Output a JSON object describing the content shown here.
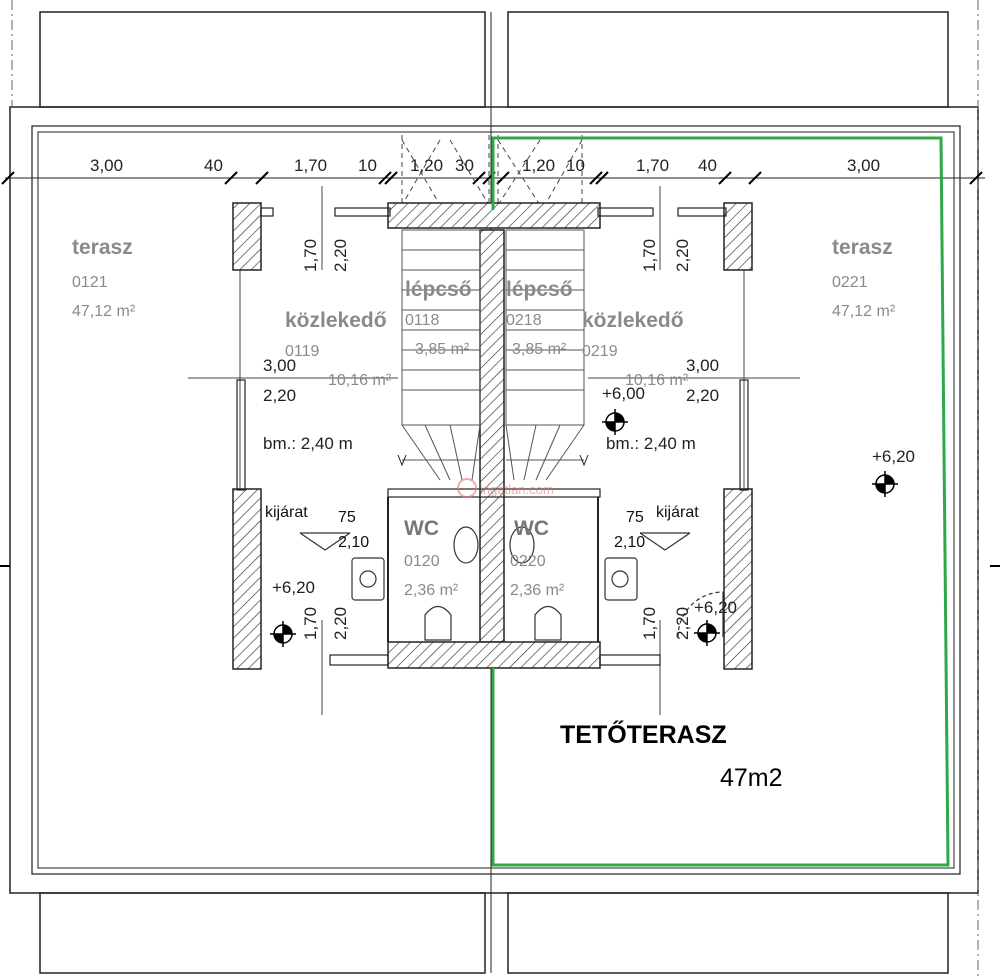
{
  "dimensions": {
    "top_left": [
      "3,00",
      "40",
      "1,70",
      "10",
      "1,20",
      "30"
    ],
    "top_right": [
      "1,20",
      "10",
      "1,70",
      "40",
      "3,00"
    ],
    "vertical_left": [
      "1,70",
      "2,20"
    ],
    "vertical_right": [
      "1,70",
      "2,20"
    ],
    "mid_left": [
      "3,00",
      "2,20"
    ],
    "mid_right": [
      "3,00",
      "2,20"
    ],
    "lower_left": [
      "1,70",
      "2,20"
    ],
    "lower_right": [
      "1,70",
      "2,20"
    ],
    "door_left": [
      "75",
      "2,10"
    ],
    "door_right": [
      "75",
      "2,10"
    ]
  },
  "rooms": {
    "terrace_left": {
      "name": "terasz",
      "code": "0121",
      "area": "47,12 m²"
    },
    "terrace_right": {
      "name": "terasz",
      "code": "0221",
      "area": "47,12 m²"
    },
    "stair_left": {
      "name": "lépcső",
      "code": "0118",
      "area": "3,85 m²"
    },
    "stair_right": {
      "name": "lépcső",
      "code": "0218",
      "area": "3,85 m²"
    },
    "corridor_left": {
      "name": "közlekedő",
      "code": "0119",
      "area": "10,16 m²"
    },
    "corridor_right": {
      "name": "közlekedő",
      "code": "0219",
      "area": "10,16 m²"
    },
    "wc_left": {
      "name": "WC",
      "code": "0120",
      "area": "2,36 m²"
    },
    "wc_right": {
      "name": "WC",
      "code": "0220",
      "area": "2,36 m²"
    }
  },
  "labels": {
    "exit_left": "kijárat",
    "exit_right": "kijárat",
    "height_left": "bm.: 2,40 m",
    "height_right": "bm.: 2,40 m",
    "level_600": "+6,00",
    "level_620_left": "+6,20",
    "level_620_right_mid": "+6,20",
    "level_620_right_low": "+6,20"
  },
  "highlight": {
    "title": "TETŐTERASZ",
    "area": "47m2",
    "color": "#2fa84a"
  },
  "watermark": "ingatlan.com"
}
